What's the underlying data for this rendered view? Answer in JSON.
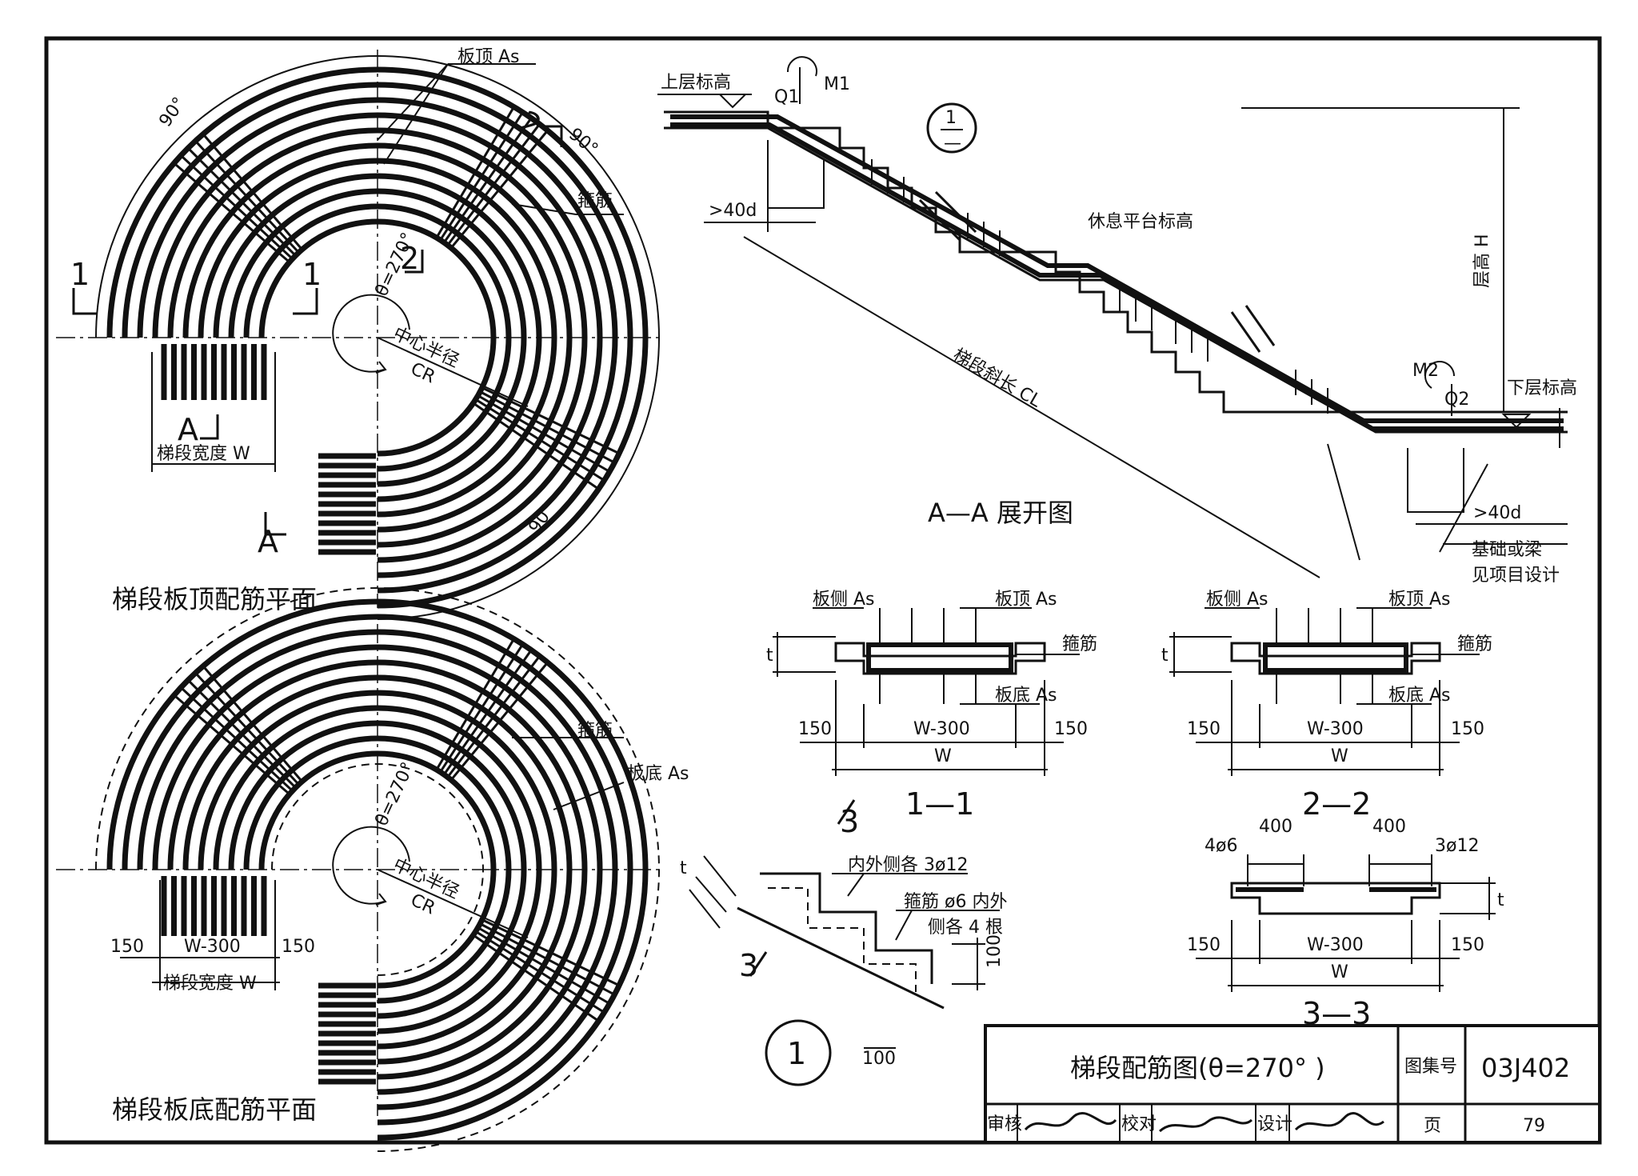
{
  "plan_top": {
    "title": "梯段板顶配筋平面",
    "angle_labels": [
      "90°",
      "90°",
      "90°"
    ],
    "rebar_top": "板顶 As",
    "stirrup": "箍筋",
    "theta": "θ=270°",
    "center_radius": "中心半径",
    "cr": "CR",
    "width_label": "梯段宽度 W",
    "section_marks": [
      "1",
      "1",
      "2",
      "2",
      "A",
      "A"
    ]
  },
  "plan_bottom": {
    "title": "梯段板底配筋平面",
    "stirrup": "箍筋",
    "rebar_bottom": "板底 As",
    "theta": "θ=270°",
    "center_radius": "中心半径",
    "cr": "CR",
    "dim_left": "150",
    "dim_mid": "W-300",
    "dim_right": "150",
    "width_label": "梯段宽度 W"
  },
  "elevation": {
    "title": "A—A 展开图",
    "upper_level": "上层标高",
    "q1": "Q1",
    "m1": "M1",
    "anchor_top": ">40d",
    "landing": "休息平台标高",
    "slope_length": "梯段斜长 CL",
    "floor_height": "层高 H",
    "m2": "M2",
    "q2": "Q2",
    "lower_level": "下层标高",
    "anchor_bottom": ">40d",
    "foundation": "基础或梁",
    "see_project": "见项目设计",
    "detail_ref_top": "1",
    "detail_ref_bottom": "—"
  },
  "sec11": {
    "title": "1—1",
    "side": "板侧 As",
    "top": "板顶 As",
    "stirrup": "箍筋",
    "bottom": "板底 As",
    "t": "t",
    "d1": "150",
    "d2": "W-300",
    "d3": "150",
    "w": "W"
  },
  "sec22": {
    "title": "2—2",
    "side": "板侧 As",
    "top": "板顶 As",
    "stirrup": "箍筋",
    "bottom": "板底 As",
    "t": "t",
    "d1": "150",
    "d2": "W-300",
    "d3": "150",
    "w": "W"
  },
  "sec33": {
    "title": "3—3",
    "left_bars": "4ø6",
    "mid1": "400",
    "mid2": "400",
    "right_bars": "3ø12",
    "t": "t",
    "d1": "150",
    "d2": "W-300",
    "d3": "150",
    "w": "W"
  },
  "detail1": {
    "number": "1",
    "mark": "3",
    "t": "t",
    "note1": "内外侧各 3ø12",
    "note2": "箍筋 ø6 内外",
    "note3": "侧各 4 根",
    "dim_v": "100",
    "dim_h": "100"
  },
  "titleblock": {
    "drawing_title": "梯段配筋图(θ=270° )",
    "atlas_label": "图集号",
    "atlas_no": "03J402",
    "review": "审核",
    "check": "校对",
    "design": "设计",
    "page_label": "页",
    "page_no": "79"
  }
}
